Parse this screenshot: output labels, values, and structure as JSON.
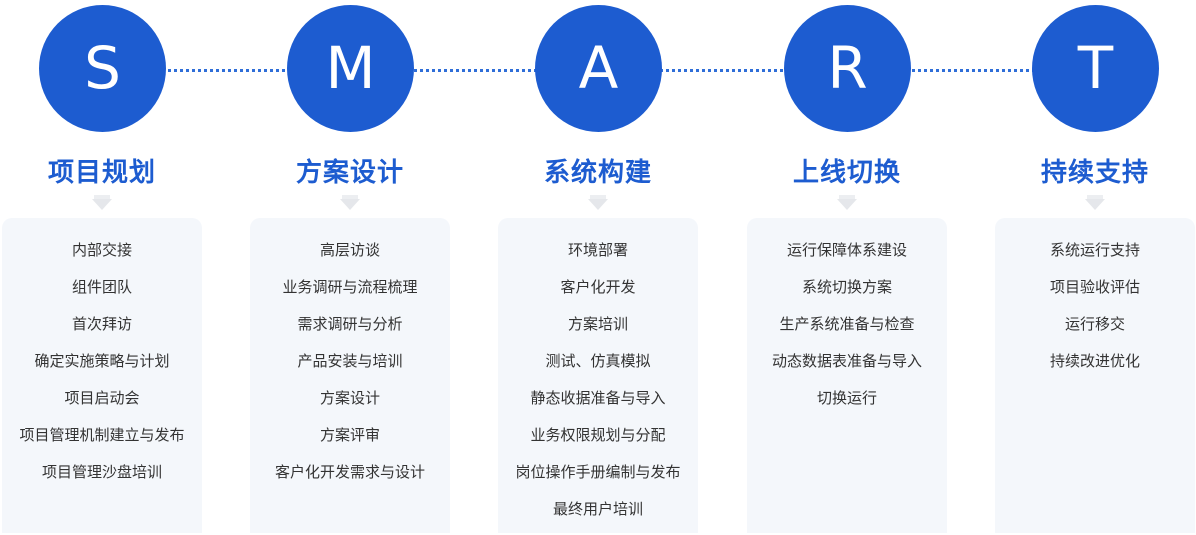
{
  "phases": [
    {
      "letter": "S",
      "title": "项目规划",
      "items": [
        "内部交接",
        "组件团队",
        "首次拜访",
        "确定实施策略与计划",
        "项目启动会",
        "项目管理机制建立与发布",
        "项目管理沙盘培训"
      ]
    },
    {
      "letter": "M",
      "title": "方案设计",
      "items": [
        "高层访谈",
        "业务调研与流程梳理",
        "需求调研与分析",
        "产品安装与培训",
        "方案设计",
        "方案评审",
        "客户化开发需求与设计"
      ]
    },
    {
      "letter": "A",
      "title": "系统构建",
      "items": [
        "环境部署",
        "客户化开发",
        "方案培训",
        "测试、仿真模拟",
        "静态收据准备与导入",
        "业务权限规划与分配",
        "岗位操作手册编制与发布",
        "最终用户培训"
      ]
    },
    {
      "letter": "R",
      "title": "上线切换",
      "items": [
        "运行保障体系建设",
        "系统切换方案",
        "生产系统准备与检查",
        "动态数据表准备与导入",
        "切换运行"
      ]
    },
    {
      "letter": "T",
      "title": "持续支持",
      "items": [
        "系统运行支持",
        "项目验收评估",
        "运行移交",
        "持续改进优化"
      ]
    }
  ],
  "colors": {
    "accent": "#1d5cd0",
    "panel": "#f4f7fb",
    "text": "#333333"
  }
}
